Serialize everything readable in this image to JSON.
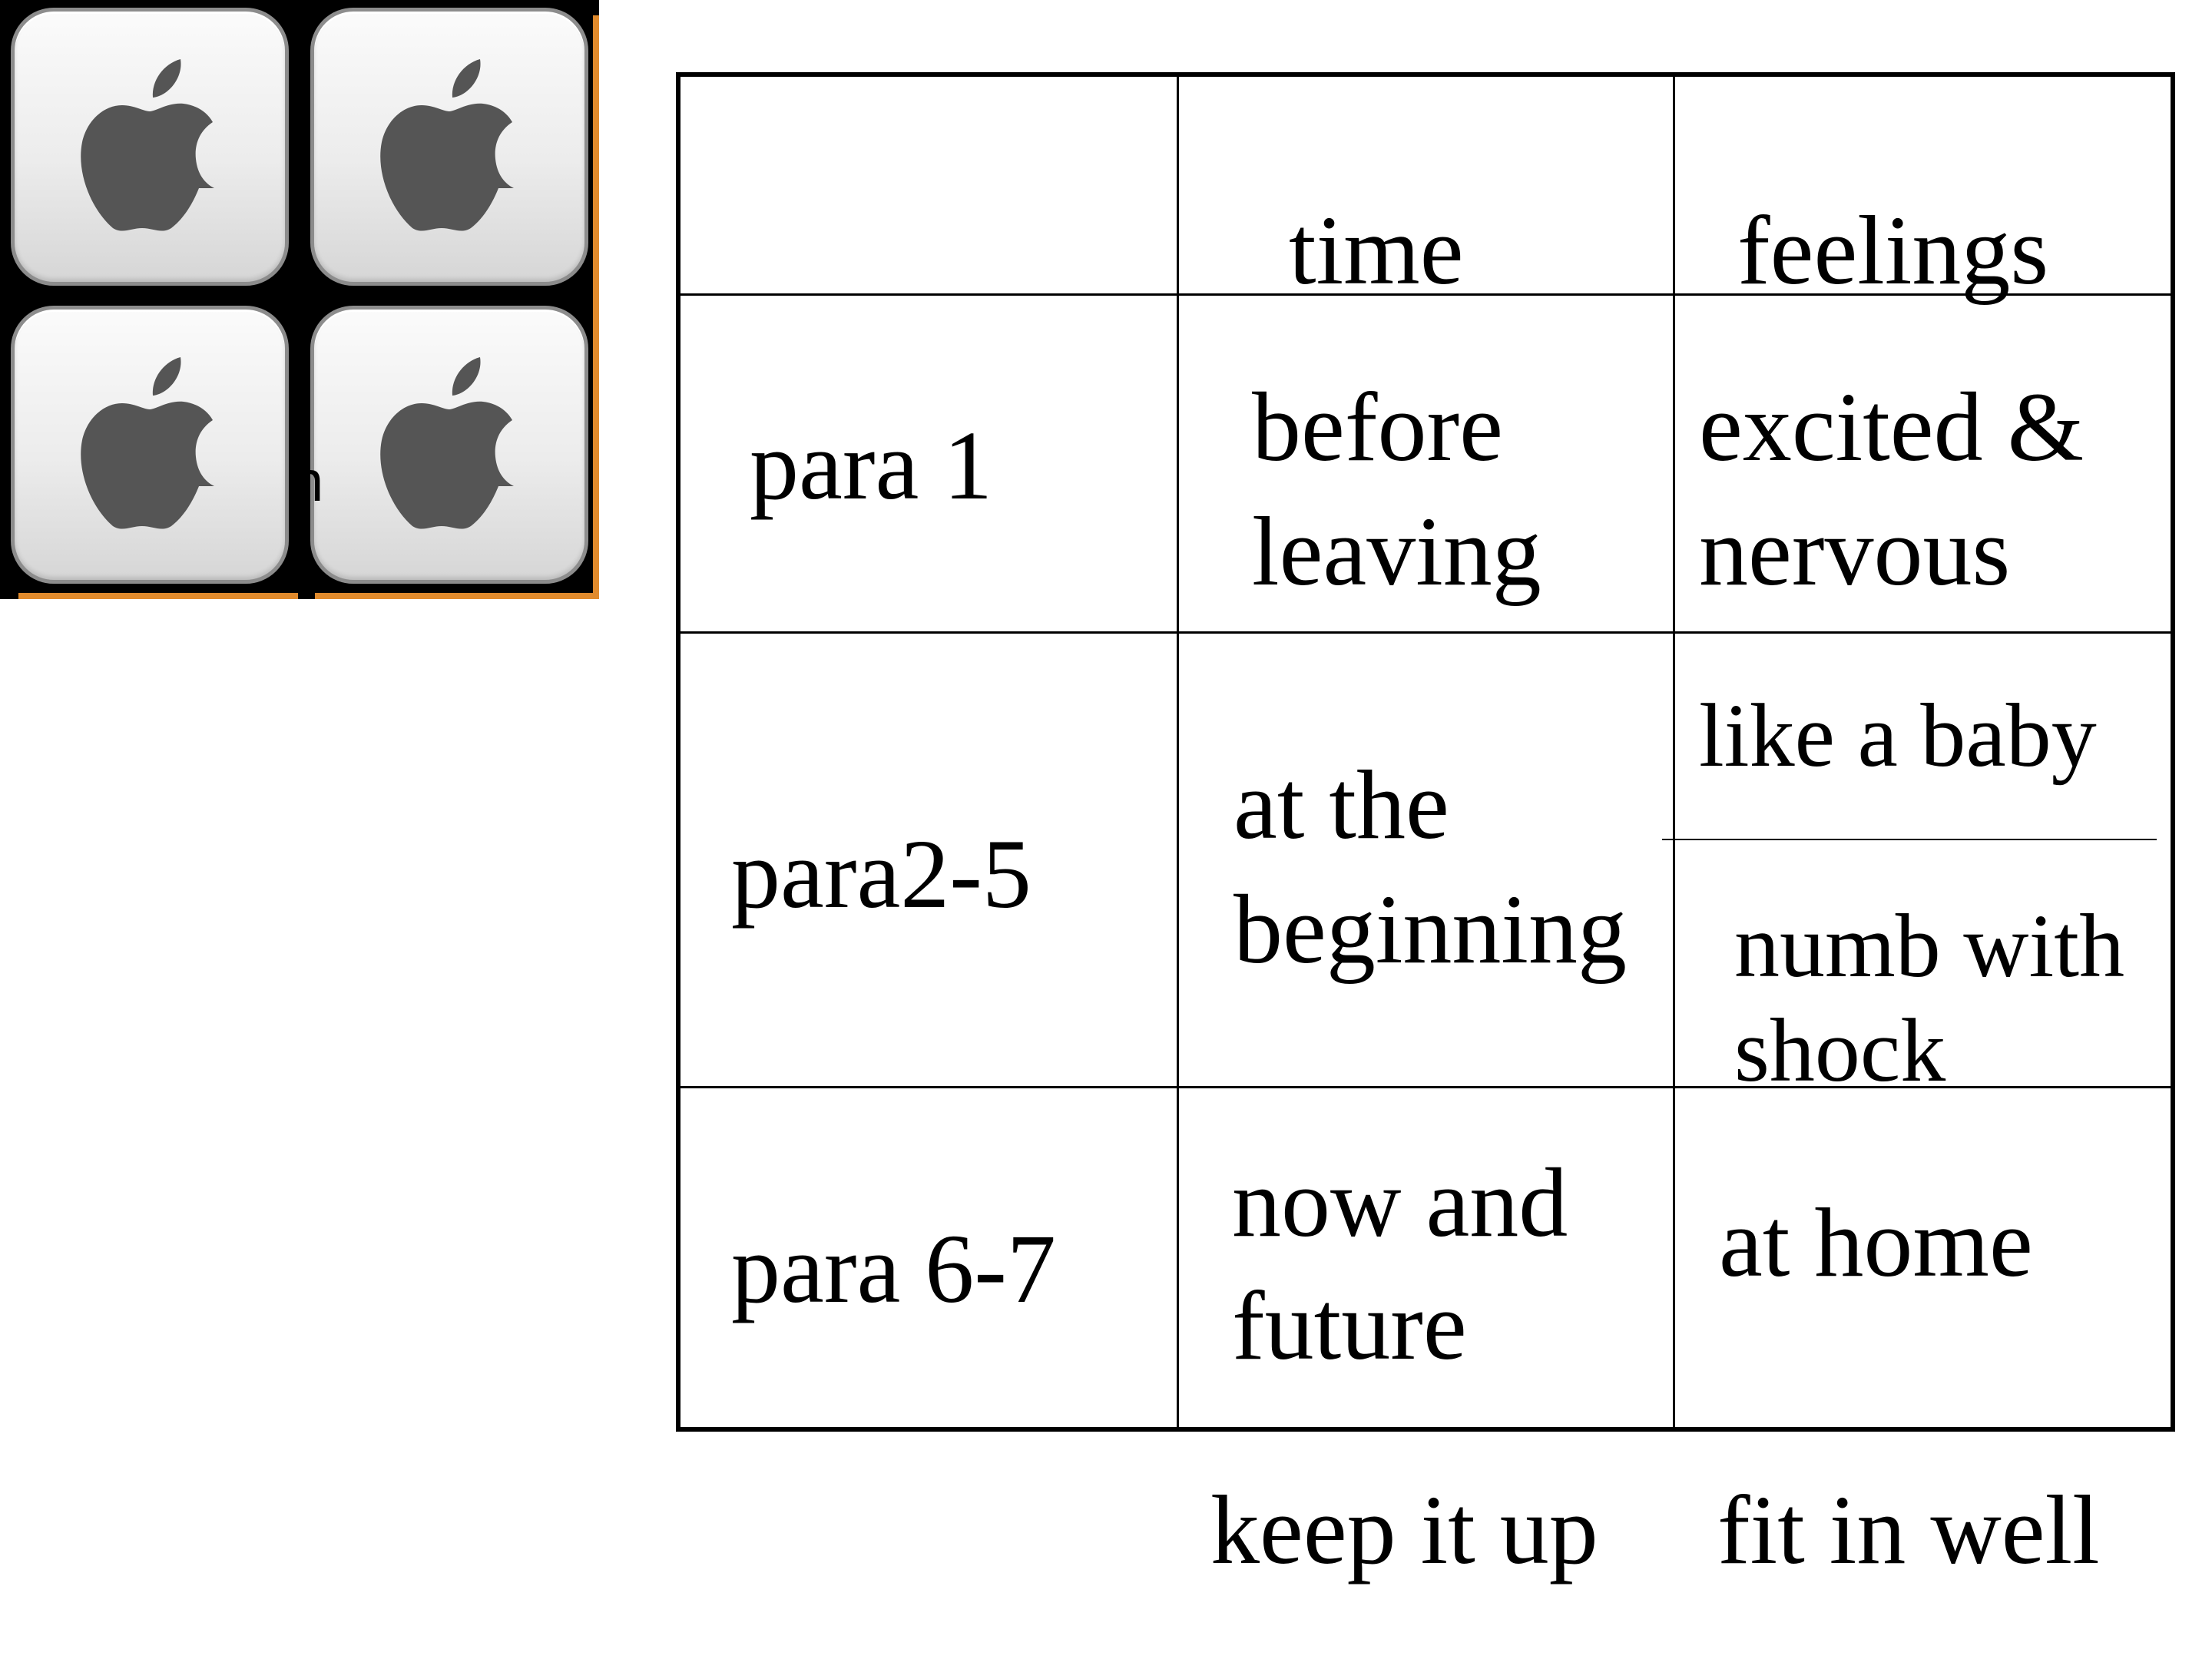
{
  "icons": {
    "tiles": [
      {
        "icon": "apple-logo-icon"
      },
      {
        "icon": "apple-logo-icon"
      },
      {
        "icon": "apple-logo-icon"
      },
      {
        "icon": "apple-logo-icon"
      }
    ],
    "stray_glyph": "n",
    "colors": {
      "tile_border": "#8c8c8c",
      "logo": "#555555",
      "edge": "#e08a2c",
      "background": "#000000"
    }
  },
  "table": {
    "headers": [
      "",
      "time",
      "feelings"
    ],
    "rows": [
      {
        "label": "para 1",
        "time": [
          "before",
          "leaving"
        ],
        "feelings": [
          "excited &",
          "nervous"
        ]
      },
      {
        "label": "para2-5",
        "time": [
          "at the",
          "beginning"
        ],
        "feelings_top": "like a baby",
        "feelings_bottom": [
          "numb with",
          "shock"
        ]
      },
      {
        "label": "para 6-7",
        "time": [
          "now and",
          "future"
        ],
        "feelings": [
          "at home"
        ]
      }
    ]
  },
  "below": {
    "left": "keep it up",
    "right": "fit in well"
  }
}
